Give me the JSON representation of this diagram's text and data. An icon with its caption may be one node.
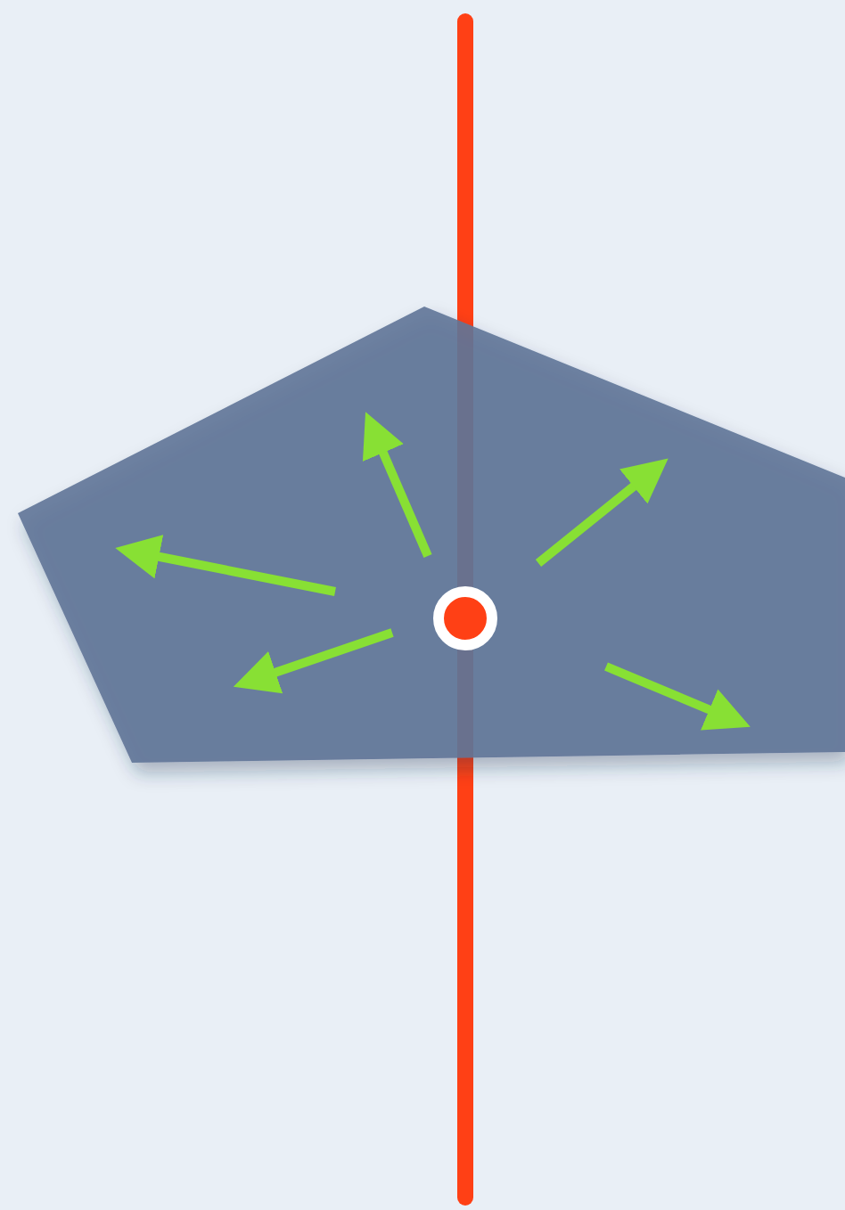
{
  "diagram": {
    "nodes": [
      {
        "text": [],
        "shape": "polygon"
      },
      {
        "text": [],
        "shape": "circle",
        "in": 0
      }
    ]
  }
}
